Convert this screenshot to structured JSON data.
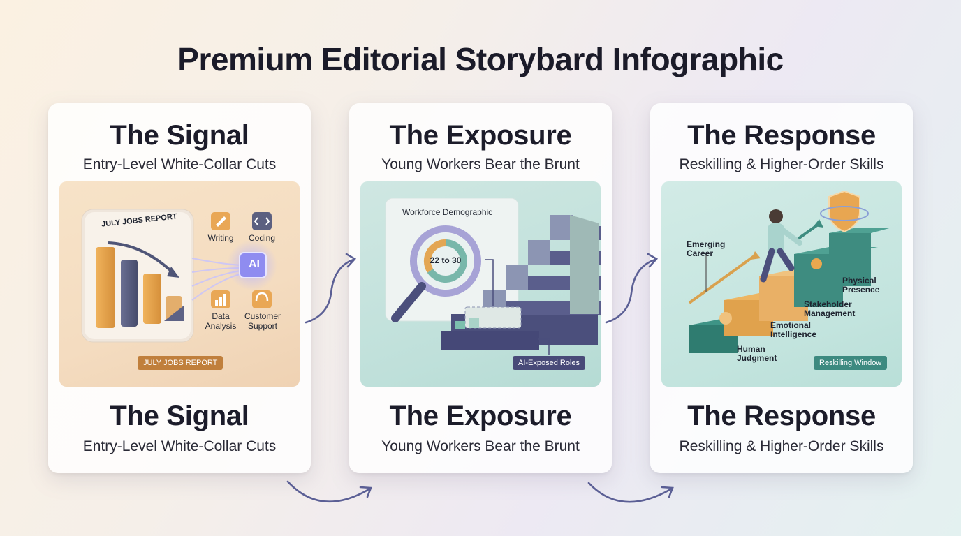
{
  "page": {
    "title": "Premium Editorial Storybard Infographic"
  },
  "panels": [
    {
      "title": "The Signal",
      "subtitle": "Entry-Level White-Collar Cuts",
      "footer_title": "The Signal",
      "footer_subtitle": "Entry-Level White-Collar Cuts",
      "illustration": {
        "report_label": "JULY JOBS REPORT",
        "ai_label": "AI",
        "categories": [
          "Writing",
          "Coding",
          "Data Analysis",
          "Customer Support"
        ],
        "tag": "JULY JOBS REPORT",
        "tag_color": "#c07f3c"
      }
    },
    {
      "title": "The Exposure",
      "subtitle": "Young Workers Bear the Brunt",
      "footer_title": "The Exposure",
      "footer_subtitle": "Young Workers Bear the Brunt",
      "illustration": {
        "chart_label": "Workforce Demographic",
        "age_range": "22 to 30",
        "tag": "AI-Exposed Roles",
        "tag_color": "#484a78"
      }
    },
    {
      "title": "The Response",
      "subtitle": "Reskilling & Higher-Order Skills",
      "footer_title": "The Response",
      "footer_subtitle": "Reskilling & Higher-Order Skills",
      "illustration": {
        "emerging": "Emerging Career",
        "steps": [
          "Human Judgment",
          "Emotional Intelligence",
          "Stakeholder Management",
          "Physical Presence"
        ],
        "tag": "Reskilling Window",
        "tag_color": "#3d8a80"
      }
    }
  ],
  "colors": {
    "accent_purple": "#5b5f95",
    "accent_teal": "#3e8f86",
    "accent_orange": "#e1a355"
  }
}
